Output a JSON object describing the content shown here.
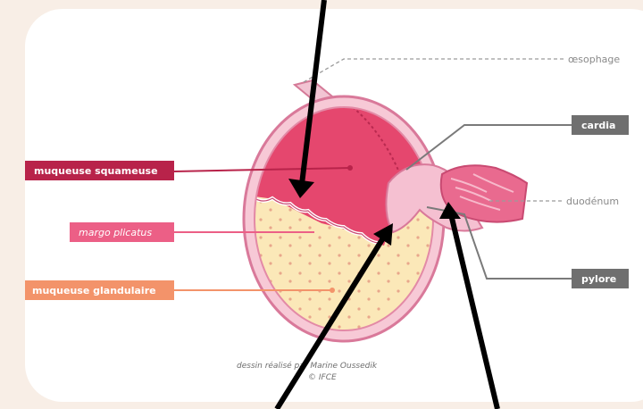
{
  "labels": {
    "oesophage": "œsophage",
    "cardia": "cardia",
    "duodenum": "duodénum",
    "pylore": "pylore",
    "muqueuse_squameuse": "muqueuse squameuse",
    "margo_plicatus": "margo plicatus",
    "muqueuse_glandulaire": "muqueuse glandulaire"
  },
  "credit": {
    "line1": "dessin réalisé par Marine Oussedik",
    "line2": "© IFCE"
  },
  "colors": {
    "background": "#f8eee6",
    "squamous": "#b8234a",
    "margo": "#ec5f86",
    "glandular": "#f3936a",
    "gray_label": "#6f6f6f",
    "arrow": "#000000"
  }
}
